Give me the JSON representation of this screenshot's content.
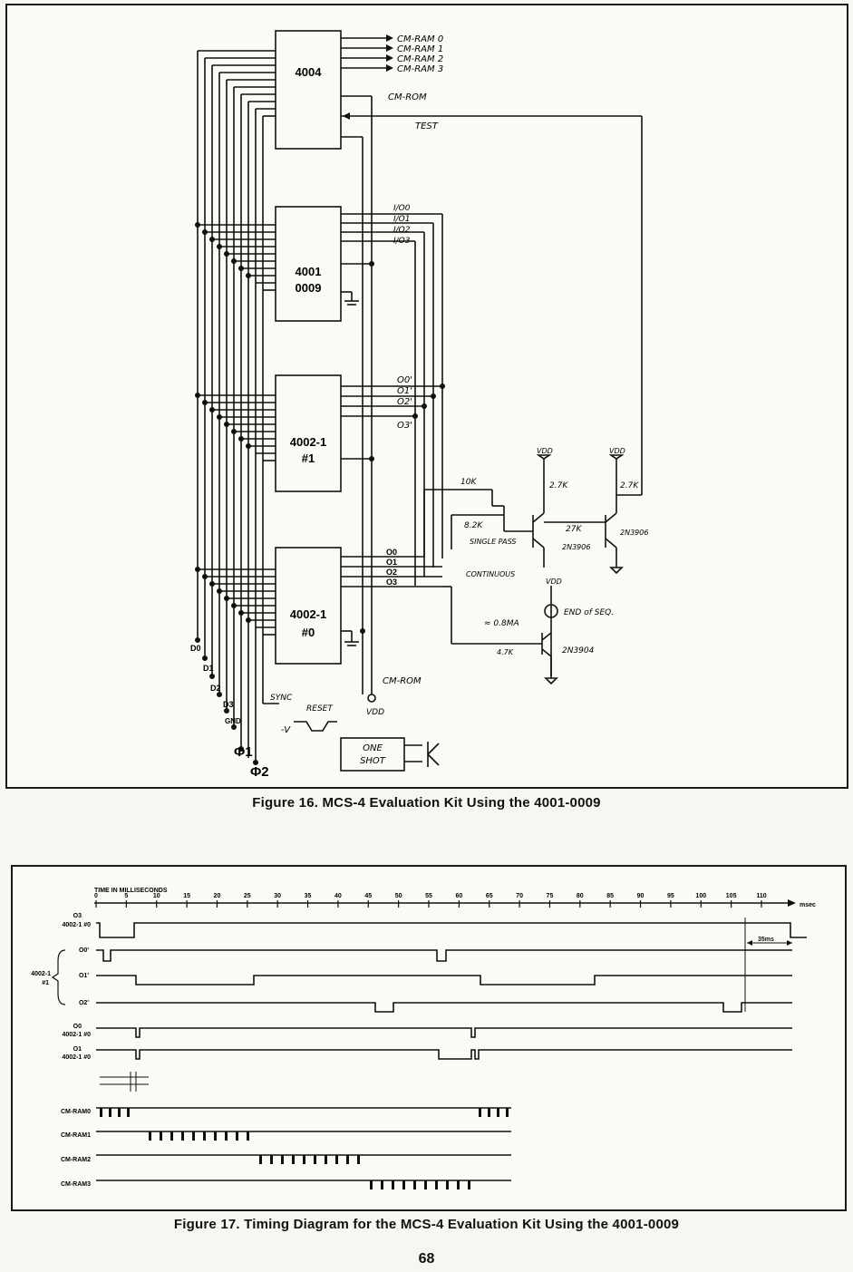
{
  "figure16": {
    "caption": "Figure 16. MCS-4 Evaluation Kit Using the 4001-0009",
    "chips": {
      "cpu": "4004",
      "rom_line1": "4001",
      "rom_line2": "0009",
      "ram1_line1": "4002-1",
      "ram1_line2": "#1",
      "ram0_line1": "4002-1",
      "ram0_line2": "#0"
    },
    "cm_ram_outputs": [
      "CM-RAM 0",
      "CM-RAM 1",
      "CM-RAM 2",
      "CM-RAM 3"
    ],
    "cm_rom_top": "CM-ROM",
    "test_label": "TEST",
    "rom_outputs": [
      "I/O0",
      "I/O1",
      "I/O2",
      "I/O3"
    ],
    "ram1_outputs": [
      "O0'",
      "O1'",
      "O2'",
      "O3'"
    ],
    "ram0_outputs": [
      "O0",
      "O1",
      "O2",
      "O3"
    ],
    "bus_labels": [
      "D0",
      "D1",
      "D2",
      "D3",
      "GND",
      "Φ1",
      "Φ2"
    ],
    "sync_label": "SYNC",
    "reset_label": "RESET",
    "reset_level": "-V",
    "cm_rom_bottom": "CM-ROM",
    "vdd": "VDD",
    "one_shot_line1": "ONE",
    "one_shot_line2": "SHOT",
    "resistors": {
      "r10k": "10K",
      "r82k": "8.2K",
      "r27k": "27K",
      "r27k_a": "2.7K",
      "r27k_b": "2.7K",
      "r47k": "4.7K"
    },
    "transistor_a": "2N3906",
    "transistor_b": "2N3906",
    "transistor_c": "2N3904",
    "switch_single": "SINGLE PASS",
    "switch_cont": "CONTINUOUS",
    "current": "≈ 0.8MA",
    "end_seq": "END of SEQ."
  },
  "figure17": {
    "caption": "Figure 17. Timing Diagram for the MCS-4 Evaluation Kit Using the 4001-0009",
    "axis_title": "TIME IN MILLISECONDS",
    "axis_unit": "msec",
    "ticks": [
      0,
      5,
      10,
      15,
      20,
      25,
      30,
      35,
      40,
      45,
      50,
      55,
      60,
      65,
      70,
      75,
      80,
      85,
      90,
      95,
      100,
      105,
      110
    ],
    "period_label": "35ms",
    "group_label_1": "4002-1",
    "group_label_2": "#1",
    "signals": [
      "O3",
      "4002-1 #0",
      "O0'",
      "O1'",
      "O2'",
      "O0",
      "4002-1 #0",
      "O1",
      "4002-1 #0",
      "CM-RAM0",
      "CM-RAM1",
      "CM-RAM2",
      "CM-RAM3"
    ]
  },
  "page_number": "68"
}
